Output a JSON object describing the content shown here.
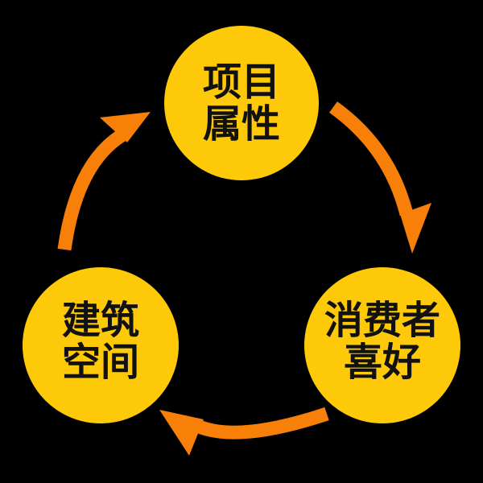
{
  "diagram": {
    "type": "cycle",
    "direction": "clockwise",
    "background_color": "#000000",
    "node_color": "#FDC908",
    "arrow_color": "#F98008",
    "text_color": "#111111",
    "nodes": [
      {
        "id": "project-attributes",
        "position": "top",
        "label": "项目属性",
        "lines": [
          "项目",
          "属性"
        ]
      },
      {
        "id": "consumer-preferences",
        "position": "bottom-right",
        "label": "消费者喜好",
        "lines": [
          "消费者",
          "喜好"
        ]
      },
      {
        "id": "building-space",
        "position": "bottom-left",
        "label": "建筑空间",
        "lines": [
          "建筑",
          "空间"
        ]
      }
    ],
    "arrows": [
      {
        "from": "project-attributes",
        "to": "consumer-preferences"
      },
      {
        "from": "consumer-preferences",
        "to": "building-space"
      },
      {
        "from": "building-space",
        "to": "project-attributes"
      }
    ]
  }
}
